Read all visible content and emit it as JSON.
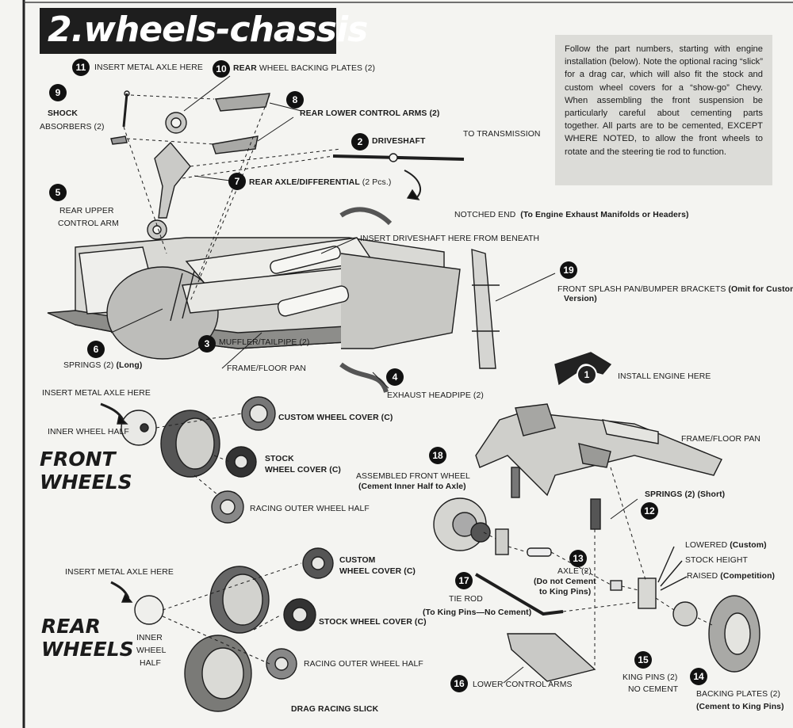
{
  "header": {
    "title": "2.wheels-chassis"
  },
  "intro_text": "Follow the part numbers, starting with engine installation (below). Note the optional racing “slick” for a drag car, which will also fit the stock and custom wheel covers for a “show-go” Chevy. When assembling the front suspension be particularly careful about cementing parts together. All parts are to be cemented, EXCEPT WHERE NOTED, to allow the front wheels to rotate and the steering tie rod to function.",
  "sections": {
    "front_wheels": [
      "FRONT",
      "WHEELS"
    ],
    "rear_wheels": [
      "REAR",
      "WHEELS"
    ]
  },
  "badges": [
    "1",
    "2",
    "3",
    "4",
    "5",
    "6",
    "7",
    "8",
    "9",
    "10",
    "11",
    "12",
    "13",
    "14",
    "15",
    "16",
    "17",
    "18",
    "19"
  ],
  "labels": {
    "insert_metal_axle": "INSERT METAL AXLE HERE",
    "rear_wheel_backing_plates_bold": "REAR",
    "rear_wheel_backing_plates": "WHEEL BACKING PLATES (2)",
    "shock": "SHOCK",
    "absorbers": "ABSORBERS (2)",
    "rear_lower_control_arms": "REAR LOWER CONTROL ARMS (2)",
    "driveshaft": "DRIVESHAFT",
    "to_transmission": "TO TRANSMISSION",
    "rear_axle_differential": "REAR AXLE/DIFFERENTIAL",
    "rear_axle_differential_pcs": "(2 Pcs.)",
    "rear_upper": "REAR UPPER",
    "control_arm": "CONTROL ARM",
    "notched_end": "NOTCHED END",
    "notched_end_note": "(To Engine Exhaust Manifolds or Headers)",
    "insert_driveshaft": "INSERT DRIVESHAFT HERE FROM BENEATH",
    "front_splash_pan": "FRONT SPLASH PAN/BUMPER BRACKETS",
    "front_splash_pan_note": "(Omit for Custom",
    "version": "Version)",
    "springs_long": "SPRINGS (2)",
    "springs_long_note": "(Long)",
    "muffler_tailpipe": "MUFFLER/TAILPIPE (2)",
    "frame_floor_pan": "FRAME/FLOOR PAN",
    "exhaust_headpipe": "EXHAUST HEADPIPE (2)",
    "install_engine": "INSTALL ENGINE HERE",
    "front_insert_metal_axle": "INSERT METAL AXLE HERE",
    "inner_wheel_half": "INNER WHEEL HALF",
    "custom_wheel_cover_front": "CUSTOM WHEEL COVER (C)",
    "stock": "STOCK",
    "wheel_cover_c": "WHEEL COVER (C)",
    "racing_outer_wheel_half_front": "RACING OUTER WHEEL HALF",
    "frame_floor_pan_front": "FRAME/FLOOR PAN",
    "assembled_front_wheel": "ASSEMBLED FRONT WHEEL",
    "assembled_front_wheel_note": "(Cement Inner Half to Axle)",
    "springs_short": "SPRINGS (2)",
    "springs_short_note": "(Short)",
    "lowered": "LOWERED",
    "lowered_note": "(Custom)",
    "stock_height": "STOCK HEIGHT",
    "raised": "RAISED",
    "raised_note": "(Competition)",
    "axle": "AXLE (2)",
    "axle_note_1": "(Do not Cement",
    "axle_note_2": "to King Pins)",
    "tie_rod": "TIE ROD",
    "tie_rod_note": "(To King Pins—No Cement)",
    "rear_insert_metal_axle": "INSERT METAL AXLE HERE",
    "custom": "CUSTOM",
    "wheel_cover_c_rear": "WHEEL COVER (C)",
    "stock_wheel_cover_rear": "STOCK WHEEL COVER (C)",
    "inner": "INNER",
    "wheel": "WHEEL",
    "half": "HALF",
    "racing_outer_wheel_half_rear": "RACING OUTER WHEEL HALF",
    "drag_racing_slick": "DRAG RACING SLICK",
    "lower_control_arms": "LOWER CONTROL ARMS",
    "king_pins": "KING PINS (2)",
    "no_cement": "NO CEMENT",
    "backing_plates": "BACKING PLATES (2)",
    "backing_plates_note": "(Cement to King Pins)"
  }
}
